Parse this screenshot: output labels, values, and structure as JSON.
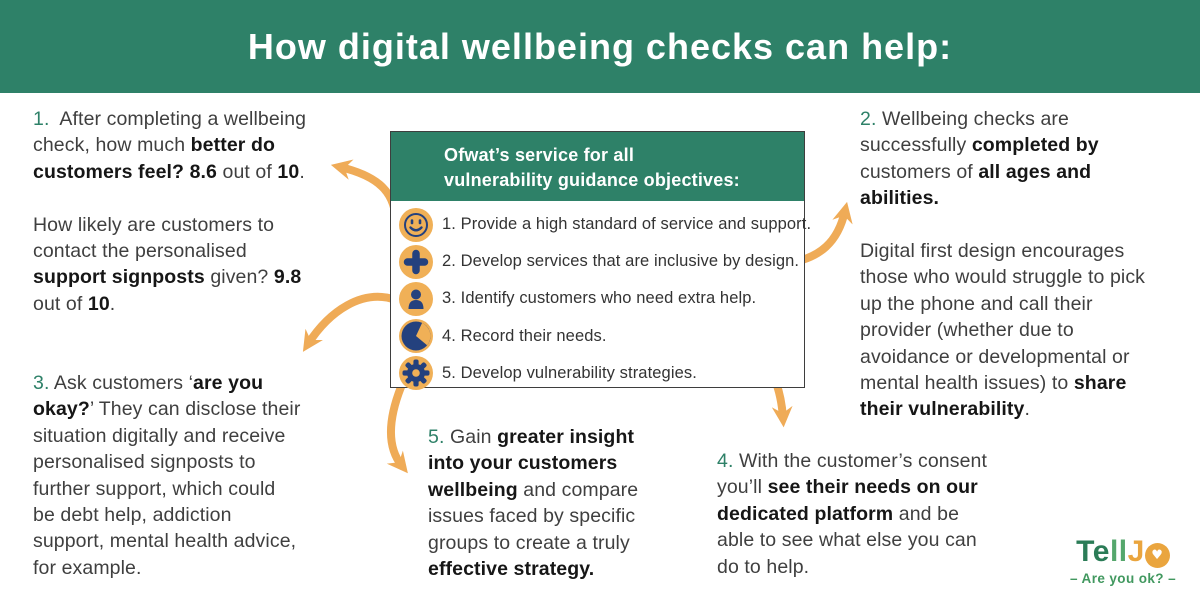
{
  "colors": {
    "green": "#2e8168",
    "orange": "#f0b057",
    "arrow_orange": "#efab57",
    "navy": "#24417e",
    "body_text": "#3f3f3f",
    "bold_text": "#161616",
    "logo_dark_green": "#2b7c57",
    "logo_light_green": "#55a76c",
    "logo_orange": "#eaa53e"
  },
  "header": {
    "title": "How digital wellbeing checks can help:"
  },
  "center_box": {
    "title": [
      "Ofwat’s service for all",
      "vulnerability guidance objectives:"
    ],
    "items": [
      "1. Provide a high standard of service and support.",
      "2. Develop services that are inclusive by design.",
      "3. Identify customers who need extra help.",
      "4. Record their needs.",
      "5. Develop vulnerability strategies."
    ],
    "icons": [
      "smiley",
      "plus",
      "person",
      "clock",
      "gear"
    ]
  },
  "notes": {
    "n1": {
      "lines": [
        [
          {
            "t": "1.",
            "g": true
          },
          {
            "t": "  After completing a wellbeing"
          }
        ],
        [
          {
            "t": "check, how much "
          },
          {
            "t": "better do",
            "b": true
          }
        ],
        [
          {
            "t": "customers feel? 8.6",
            "b": true
          },
          {
            "t": " out of "
          },
          {
            "t": "10",
            "b": true
          },
          {
            "t": "."
          }
        ],
        [],
        [
          {
            "t": "How likely are customers to"
          }
        ],
        [
          {
            "t": "contact the personalised"
          }
        ],
        [
          {
            "t": "support signposts",
            "b": true
          },
          {
            "t": " given? "
          },
          {
            "t": "9.8",
            "b": true
          }
        ],
        [
          {
            "t": "out of "
          },
          {
            "t": "10",
            "b": true
          },
          {
            "t": "."
          }
        ]
      ]
    },
    "n2": {
      "lines": [
        [
          {
            "t": "2.",
            "g": true
          },
          {
            "t": " Wellbeing checks are"
          }
        ],
        [
          {
            "t": "successfully "
          },
          {
            "t": "completed by",
            "b": true
          }
        ],
        [
          {
            "t": "customers of "
          },
          {
            "t": "all ages and",
            "b": true
          }
        ],
        [
          {
            "t": "abilities.",
            "b": true
          }
        ],
        [],
        [
          {
            "t": "Digital first design encourages"
          }
        ],
        [
          {
            "t": "those who would struggle to pick"
          }
        ],
        [
          {
            "t": "up the phone and call their"
          }
        ],
        [
          {
            "t": "provider (whether due to"
          }
        ],
        [
          {
            "t": "avoidance or developmental or"
          }
        ],
        [
          {
            "t": "mental health issues) to "
          },
          {
            "t": "share",
            "b": true
          }
        ],
        [
          {
            "t": "their vulnerability",
            "b": true
          },
          {
            "t": "."
          }
        ]
      ]
    },
    "n3": {
      "lines": [
        [
          {
            "t": "3.",
            "g": true
          },
          {
            "t": " Ask customers ‘"
          },
          {
            "t": "are you",
            "b": true
          }
        ],
        [
          {
            "t": "okay?",
            "b": true
          },
          {
            "t": "’ They can disclose their"
          }
        ],
        [
          {
            "t": "situation digitally and receive"
          }
        ],
        [
          {
            "t": "personalised signposts to"
          }
        ],
        [
          {
            "t": "further support, which could"
          }
        ],
        [
          {
            "t": "be debt help, addiction"
          }
        ],
        [
          {
            "t": "support, mental health advice,"
          }
        ],
        [
          {
            "t": "for example."
          }
        ]
      ]
    },
    "n5": {
      "lines": [
        [
          {
            "t": "5.",
            "g": true
          },
          {
            "t": " Gain "
          },
          {
            "t": "greater insight",
            "b": true
          }
        ],
        [
          {
            "t": "into your customers",
            "b": true
          }
        ],
        [
          {
            "t": "wellbeing",
            "b": true
          },
          {
            "t": " and compare"
          }
        ],
        [
          {
            "t": "issues faced by specific"
          }
        ],
        [
          {
            "t": "groups to create a truly"
          }
        ],
        [
          {
            "t": "effective strategy.",
            "b": true
          }
        ]
      ]
    },
    "n4": {
      "lines": [
        [
          {
            "t": "4.",
            "g": true
          },
          {
            "t": " With the customer’s consent"
          }
        ],
        [
          {
            "t": "you’ll "
          },
          {
            "t": "see their needs on our",
            "b": true
          }
        ],
        [
          {
            "t": "dedicated platform",
            "b": true
          },
          {
            "t": " and be"
          }
        ],
        [
          {
            "t": "able to see what else you can"
          }
        ],
        [
          {
            "t": "do to help."
          }
        ]
      ]
    }
  },
  "logo": {
    "brand_te": "Te",
    "brand_ll": "ll",
    "brand_j": "J",
    "heart": "♥",
    "tagline": "– Are you ok? –"
  }
}
